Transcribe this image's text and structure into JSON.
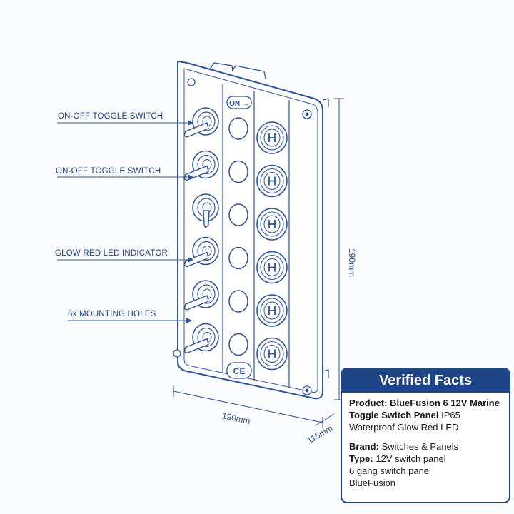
{
  "callouts": [
    {
      "id": "toggle-1",
      "text": "ON-OFF TOGGLE SWITCH"
    },
    {
      "id": "toggle-2",
      "text": "ON-OFF TOGGLE SWITCH"
    },
    {
      "id": "led",
      "text": "GLOW RED LED INDICATOR"
    },
    {
      "id": "holes",
      "text": "6x MOUNTING HOLES"
    }
  ],
  "panel": {
    "on_label": "ON →",
    "ce_mark": "CE",
    "switch_count": 6
  },
  "dimensions": {
    "height": "190mm",
    "width": "190mm",
    "depth": "115mm"
  },
  "facts": {
    "title": "Verified Facts",
    "product_label": "Product:",
    "product_value_bold": "BlueFusion 6 12V Marine Toggle Switch Panel",
    "product_value_rest": "IP65 Waterproof Glow Red LED",
    "brand_label": "Brand:",
    "brand_value": "Switches & Panels",
    "type_label": "Type:",
    "type_value": "12V switch panel",
    "extra_line_1": "6 gang switch panel",
    "extra_line_2": "BlueFusion"
  },
  "colors": {
    "line": "#2f5497",
    "fill": "#ffffff",
    "accent": "#1c4487"
  },
  "icons": [
    "toggle-switch-icon",
    "led-indicator-icon",
    "fuse-holder-icon",
    "mounting-hole-icon",
    "ce-mark-icon"
  ]
}
